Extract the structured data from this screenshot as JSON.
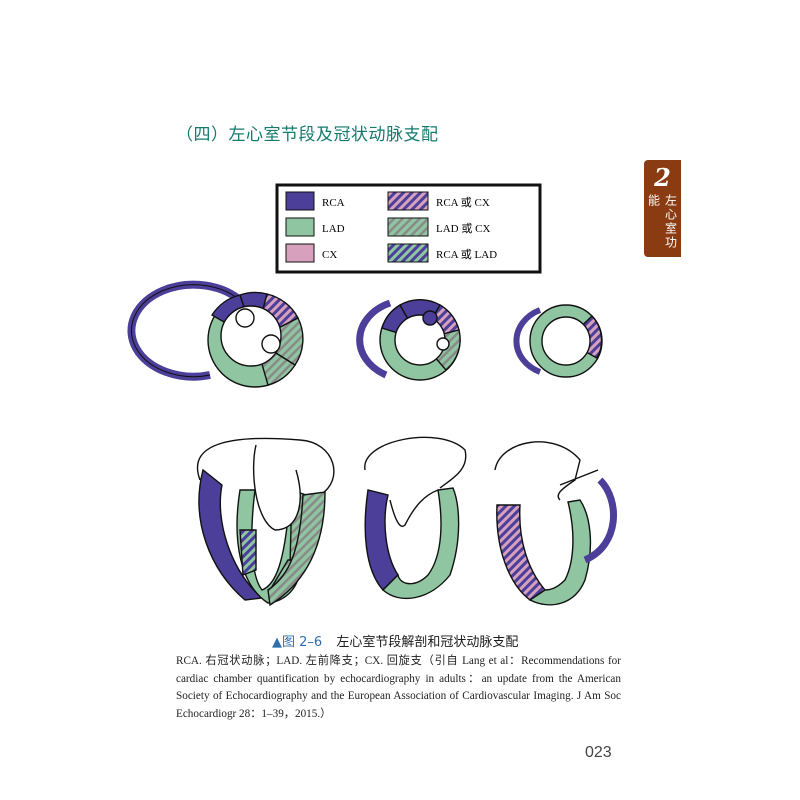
{
  "section": {
    "title": "（四）左心室节段及冠状动脉支配"
  },
  "side_tab": {
    "number": "2",
    "text": "左心室功能"
  },
  "legend": [
    {
      "label": "RCA",
      "pattern": "rca"
    },
    {
      "label": "RCA 或 CX",
      "pattern": "rca-cx"
    },
    {
      "label": "LAD",
      "pattern": "lad"
    },
    {
      "label": "LAD 或 CX",
      "pattern": "lad-cx"
    },
    {
      "label": "CX",
      "pattern": "cx"
    },
    {
      "label": "RCA 或 LAD",
      "pattern": "rca-lad"
    }
  ],
  "colors": {
    "rca": "#4b3f9a",
    "lad": "#8fc5a0",
    "cx": "#d7a1bd",
    "outline": "#111111",
    "title": "#157a6e",
    "figure_number": "#2f6fb0",
    "tab": "#8a3b12"
  },
  "caption": {
    "figure_number": "▲图 2–6",
    "title": "左心室节段解剖和冠状动脉支配"
  },
  "note": "RCA. 右冠状动脉；LAD. 左前降支；CX. 回旋支（引自 Lang et al：Recommendations for cardiac chamber quantification by echocardiography in adults：an update from the American Society of Echocardiography and the European Association of Cardiovascular Imaging. J Am Soc Echocardiogr 28：1–39，2015.）",
  "page_number": "023"
}
